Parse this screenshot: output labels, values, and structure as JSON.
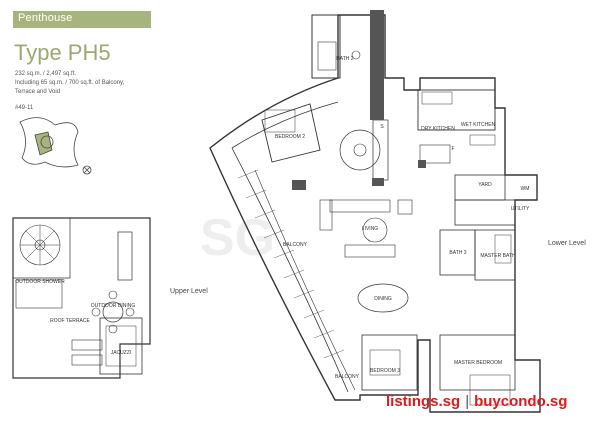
{
  "header": {
    "section": "Penthouse"
  },
  "type_title": "Type PH5",
  "area": {
    "line1": "232 sq.m. / 2,497 sq.ft.",
    "line2": "Including 65 sq.m. / 700 sq.ft. of Balcony,",
    "line3": "Terrace and Void"
  },
  "unit_no": "#49-11",
  "levels": {
    "upper": "Upper Level",
    "lower": "Lower Level"
  },
  "upper_rooms": {
    "shower": "OUTDOOR SHOWER",
    "dining": "OUTDOOR DINING",
    "terrace": "ROOF TERRACE",
    "jacuzzi": "JACUZZI"
  },
  "rooms": {
    "bath2": "BATH 2",
    "bedroom2": "BEDROOM 2",
    "dry_kitchen": "DRY KITCHEN",
    "wet_kitchen": "WET KITCHEN",
    "yard": "YARD",
    "utility": "UTILITY",
    "wm": "WM",
    "living": "LIVING",
    "balcony": "BALCONY",
    "bath3": "BATH 3",
    "master_bath": "MASTER BATH",
    "dining": "DINING",
    "bedroom3": "BEDROOM 3",
    "master_bedroom": "MASTER BEDROOM",
    "balcony2": "BALCONY",
    "f": "F",
    "s": "S"
  },
  "brand": {
    "left": "listings.sg",
    "sep": "|",
    "right": "buycondo.sg"
  },
  "colors": {
    "header_bg": "#a8b47e",
    "title": "#9ba86f",
    "brand": "#e3181b",
    "column": "#555555"
  }
}
